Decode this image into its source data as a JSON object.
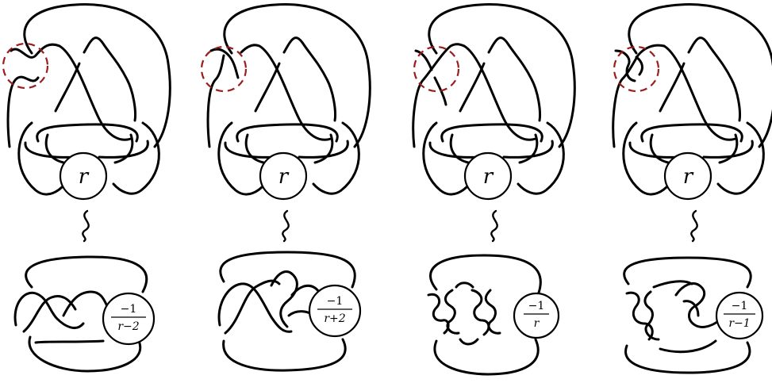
{
  "panels": [
    {
      "id": "p1",
      "top_tangle_label": "r",
      "bottom_tangle_numerator": "−1",
      "bottom_tangle_denominator": "r−2"
    },
    {
      "id": "p2",
      "top_tangle_label": "r",
      "bottom_tangle_numerator": "−1",
      "bottom_tangle_denominator": "r+2"
    },
    {
      "id": "p3",
      "top_tangle_label": "r",
      "bottom_tangle_numerator": "−1",
      "bottom_tangle_denominator": "r"
    },
    {
      "id": "p4",
      "top_tangle_label": "r",
      "bottom_tangle_numerator": "−1",
      "bottom_tangle_denominator": "r−1"
    }
  ],
  "colors": {
    "strand": "#000000",
    "marker": "#9b1c1c",
    "background": "#ffffff"
  },
  "relation_symbol": "isotopy-squiggle"
}
